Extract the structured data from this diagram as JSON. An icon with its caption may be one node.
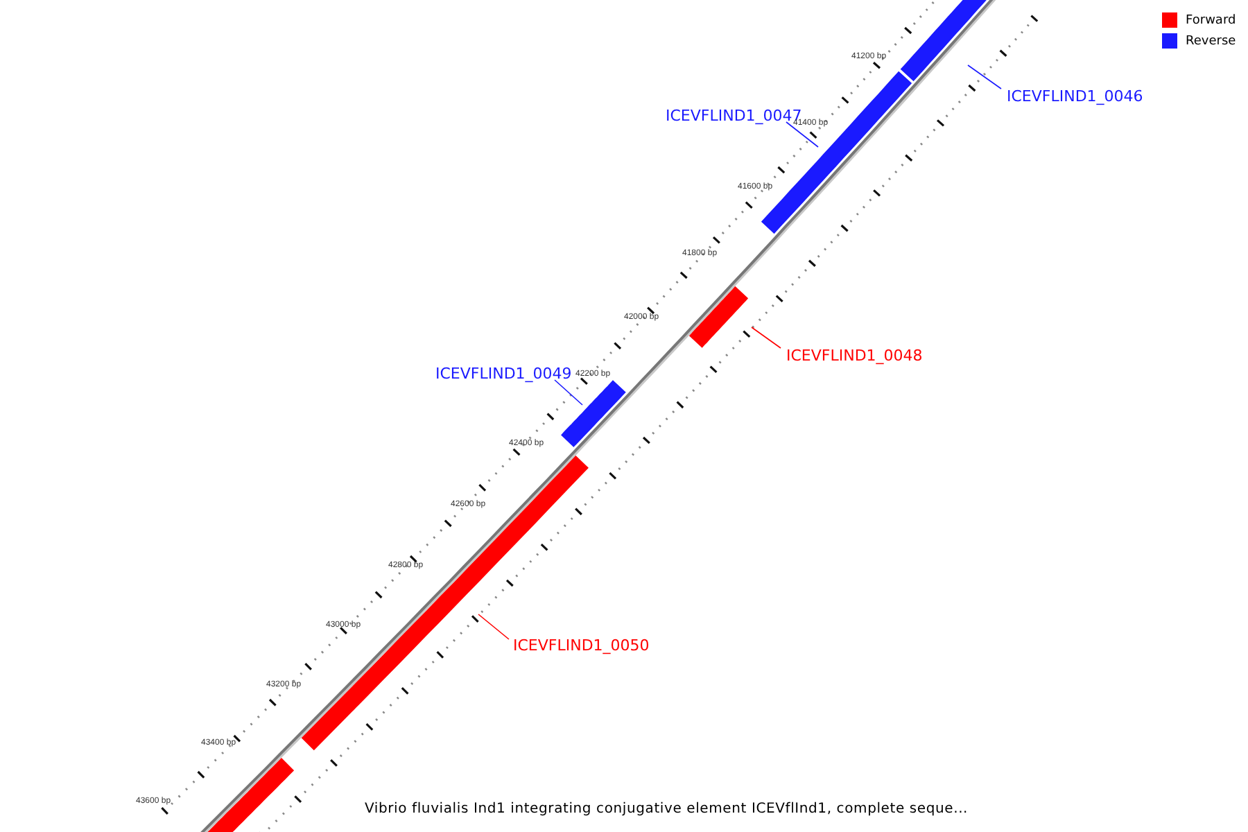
{
  "diagram": {
    "caption": "Vibrio fluvialis Ind1 integrating conjugative element ICEVflInd1, complete seque...",
    "nodes": [
      {
        "text": [
          "ICEVFLIND1_0046"
        ]
      },
      {
        "text": [],
        "shape": "bar"
      },
      {
        "text": [
          "ICEVFLIND1_0047"
        ]
      },
      {
        "text": [],
        "shape": "bar"
      },
      {
        "text": [],
        "shape": "bar"
      },
      {
        "text": [
          "ICEVFLIND1_0048"
        ]
      },
      {
        "text": [
          "ICEVFLIND1_0049"
        ]
      },
      {
        "text": [],
        "shape": "bar"
      },
      {
        "text": [],
        "shape": "bar"
      },
      {
        "text": [
          "ICEVFLIND1_0050"
        ]
      },
      {
        "text": [],
        "shape": "bar"
      }
    ],
    "edges": [
      {
        "from": 0,
        "to": 1,
        "arrow": "none"
      },
      {
        "from": 2,
        "to": 3,
        "arrow": "none"
      },
      {
        "from": 5,
        "to": 4,
        "arrow": "none",
        "color": "#ff0000"
      },
      {
        "from": 6,
        "to": 7,
        "arrow": "none"
      },
      {
        "from": 9,
        "to": 8,
        "arrow": "none",
        "color": "#ff0000"
      }
    ],
    "labels": [
      "41200 bp",
      "41400 bp",
      "41600 bp",
      "41800 bp",
      "42000 bp",
      "42200 bp",
      "42400 bp",
      "42600 bp",
      "42800 bp",
      "43000 bp",
      "43200 bp",
      "43400 bp",
      "43600 bp"
    ],
    "legend": [
      {
        "text": "Forward",
        "color": "#ff0000"
      },
      {
        "text": "Reverse",
        "color": "#1a1aff"
      }
    ]
  }
}
